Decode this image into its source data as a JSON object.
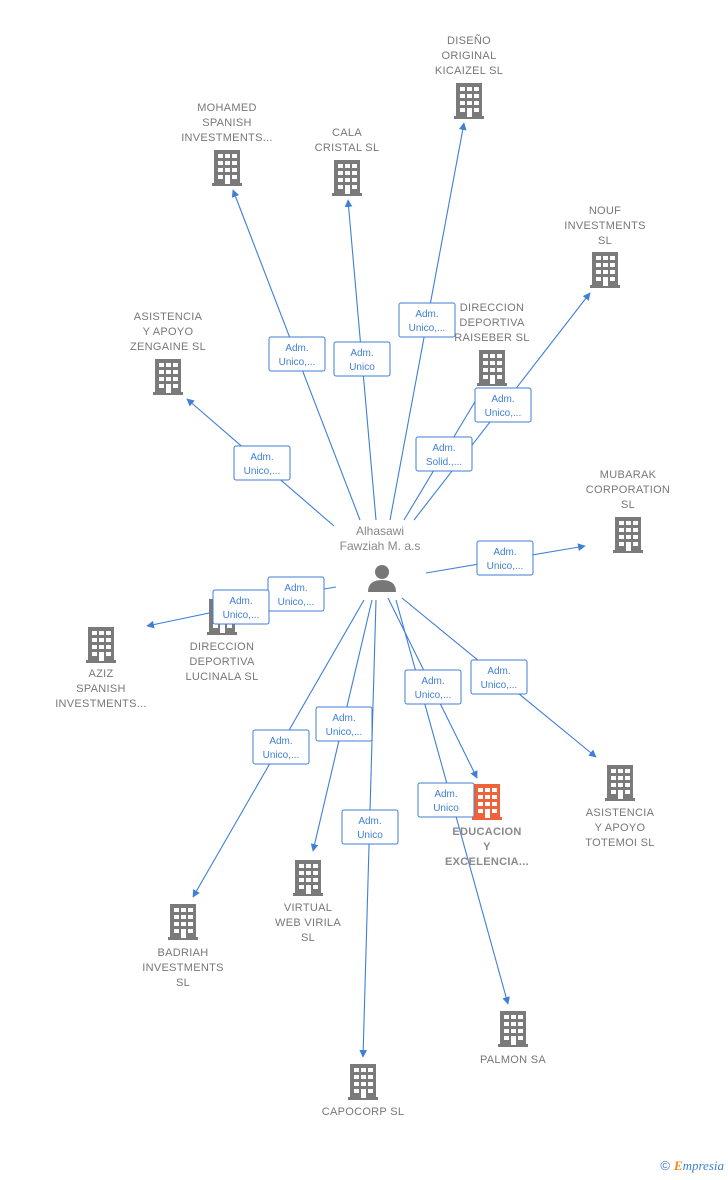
{
  "person": {
    "name_lines": [
      "Alhasawi",
      "Fawziah M. a.s"
    ],
    "icon": "person-icon"
  },
  "companies": [
    {
      "id": "mohamed",
      "lines": [
        "MOHAMED",
        "SPANISH",
        "INVESTMENTS..."
      ],
      "highlight": false
    },
    {
      "id": "cala",
      "lines": [
        "CALA",
        "CRISTAL  SL"
      ],
      "highlight": false
    },
    {
      "id": "diseno",
      "lines": [
        "DISEÑO",
        "ORIGINAL",
        "KICAIZEL  SL"
      ],
      "highlight": false
    },
    {
      "id": "nouf",
      "lines": [
        "NOUF",
        "INVESTMENTS",
        "SL"
      ],
      "highlight": false
    },
    {
      "id": "asistencia-zengaine",
      "lines": [
        "ASISTENCIA",
        "Y APOYO",
        "ZENGAINE  SL"
      ],
      "highlight": false
    },
    {
      "id": "raiseber",
      "lines": [
        "DIRECCION",
        "DEPORTIVA",
        "RAISEBER  SL"
      ],
      "highlight": false
    },
    {
      "id": "mubarak",
      "lines": [
        "MUBARAK",
        "CORPORATION",
        "SL"
      ],
      "highlight": false
    },
    {
      "id": "aziz",
      "lines": [
        "AZIZ",
        "SPANISH",
        "INVESTMENTS..."
      ],
      "highlight": false
    },
    {
      "id": "lucinala",
      "lines": [
        "DIRECCION",
        "DEPORTIVA",
        "LUCINALA  SL"
      ],
      "highlight": false
    },
    {
      "id": "educacion",
      "lines": [
        "EDUCACION",
        "Y",
        "EXCELENCIA..."
      ],
      "highlight": true
    },
    {
      "id": "totemoi",
      "lines": [
        "ASISTENCIA",
        "Y APOYO",
        "TOTEMOI  SL"
      ],
      "highlight": false
    },
    {
      "id": "virtual",
      "lines": [
        "VIRTUAL",
        "WEB VIRILA",
        "SL"
      ],
      "highlight": false
    },
    {
      "id": "badriah",
      "lines": [
        "BADRIAH",
        "INVESTMENTS",
        "SL"
      ],
      "highlight": false
    },
    {
      "id": "palmon",
      "lines": [
        "PALMON SA"
      ],
      "highlight": false
    },
    {
      "id": "capocorp",
      "lines": [
        "CAPOCORP  SL"
      ],
      "highlight": false
    }
  ],
  "edges": [
    {
      "to": "mohamed",
      "label_lines": [
        "Adm.",
        "Unico,..."
      ]
    },
    {
      "to": "cala",
      "label_lines": [
        "Adm.",
        "Unico"
      ]
    },
    {
      "to": "diseno",
      "label_lines": [
        "Adm.",
        "Unico,..."
      ]
    },
    {
      "to": "nouf",
      "label_lines": [
        "Adm.",
        "Solid.,..."
      ]
    },
    {
      "to": "raiseber",
      "label_lines": [
        "Adm.",
        "Unico,..."
      ]
    },
    {
      "to": "asistencia-zengaine",
      "label_lines": [
        "Adm.",
        "Unico,..."
      ]
    },
    {
      "to": "mubarak",
      "label_lines": [
        "Adm.",
        "Unico,..."
      ]
    },
    {
      "to": "lucinala",
      "label_lines": [
        "Adm.",
        "Unico,..."
      ]
    },
    {
      "to": "aziz",
      "label_lines": [
        "Adm.",
        "Unico,..."
      ]
    },
    {
      "to": "educacion",
      "label_lines": [
        "Adm.",
        "Unico,..."
      ]
    },
    {
      "to": "totemoi",
      "label_lines": [
        "Adm.",
        "Unico,..."
      ]
    },
    {
      "to": "virtual",
      "label_lines": [
        "Adm.",
        "Unico,..."
      ]
    },
    {
      "to": "badriah",
      "label_lines": [
        "Adm.",
        "Unico,..."
      ]
    },
    {
      "to": "palmon",
      "label_lines": [
        "Adm.",
        "Unico"
      ]
    },
    {
      "to": "capocorp",
      "label_lines": [
        "Adm.",
        "Unico"
      ]
    }
  ],
  "colors": {
    "edge": "#3f7fd6",
    "building": "#7a7a7a",
    "building_highlight": "#f0623a",
    "person": "#777777"
  },
  "footer": {
    "copyright_symbol": "©",
    "brand_first": "E",
    "brand_rest": "mpresia"
  }
}
